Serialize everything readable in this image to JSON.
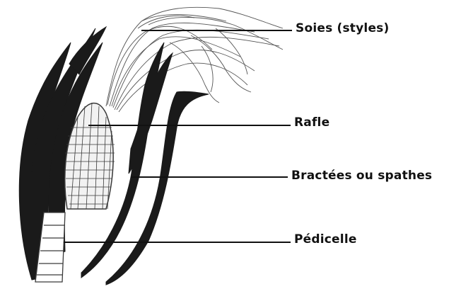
{
  "diagram": {
    "labels": {
      "soies": "Soies (styles)",
      "rafle": "Rafle",
      "bractees": "Bractées ou spathes",
      "pedicelle": "Pédicelle"
    },
    "colors": {
      "ink": "#111111",
      "bract_dark": "#1a1a1a",
      "silk": "#555555",
      "kernel_grid": "#3a3a3a",
      "background": "#ffffff"
    }
  }
}
